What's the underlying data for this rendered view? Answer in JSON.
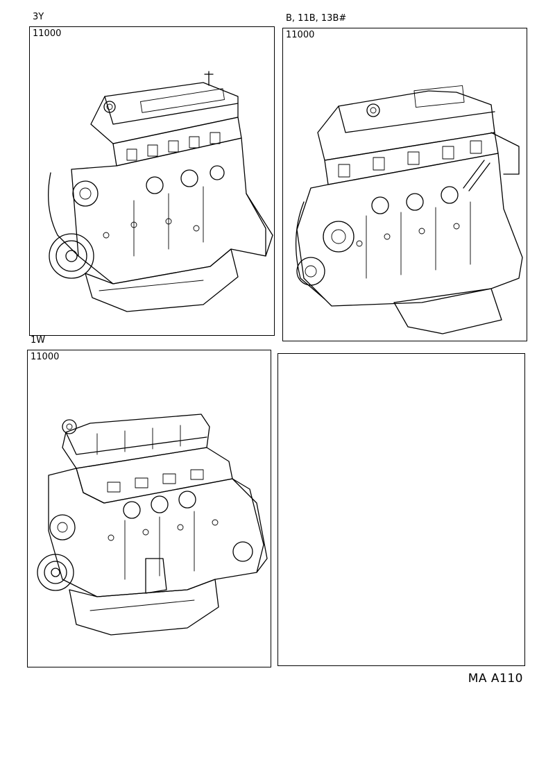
{
  "panels": [
    {
      "model": "3Y",
      "part_no": "11000",
      "illustration": "engine-assembly"
    },
    {
      "model": "B, 11B, 13B#",
      "part_no": "11000",
      "illustration": "engine-assembly"
    },
    {
      "model": "1W",
      "part_no": "11000",
      "illustration": "engine-assembly"
    },
    {
      "model": "",
      "part_no": "",
      "illustration": ""
    }
  ],
  "footer": {
    "ref": "MA A110"
  }
}
